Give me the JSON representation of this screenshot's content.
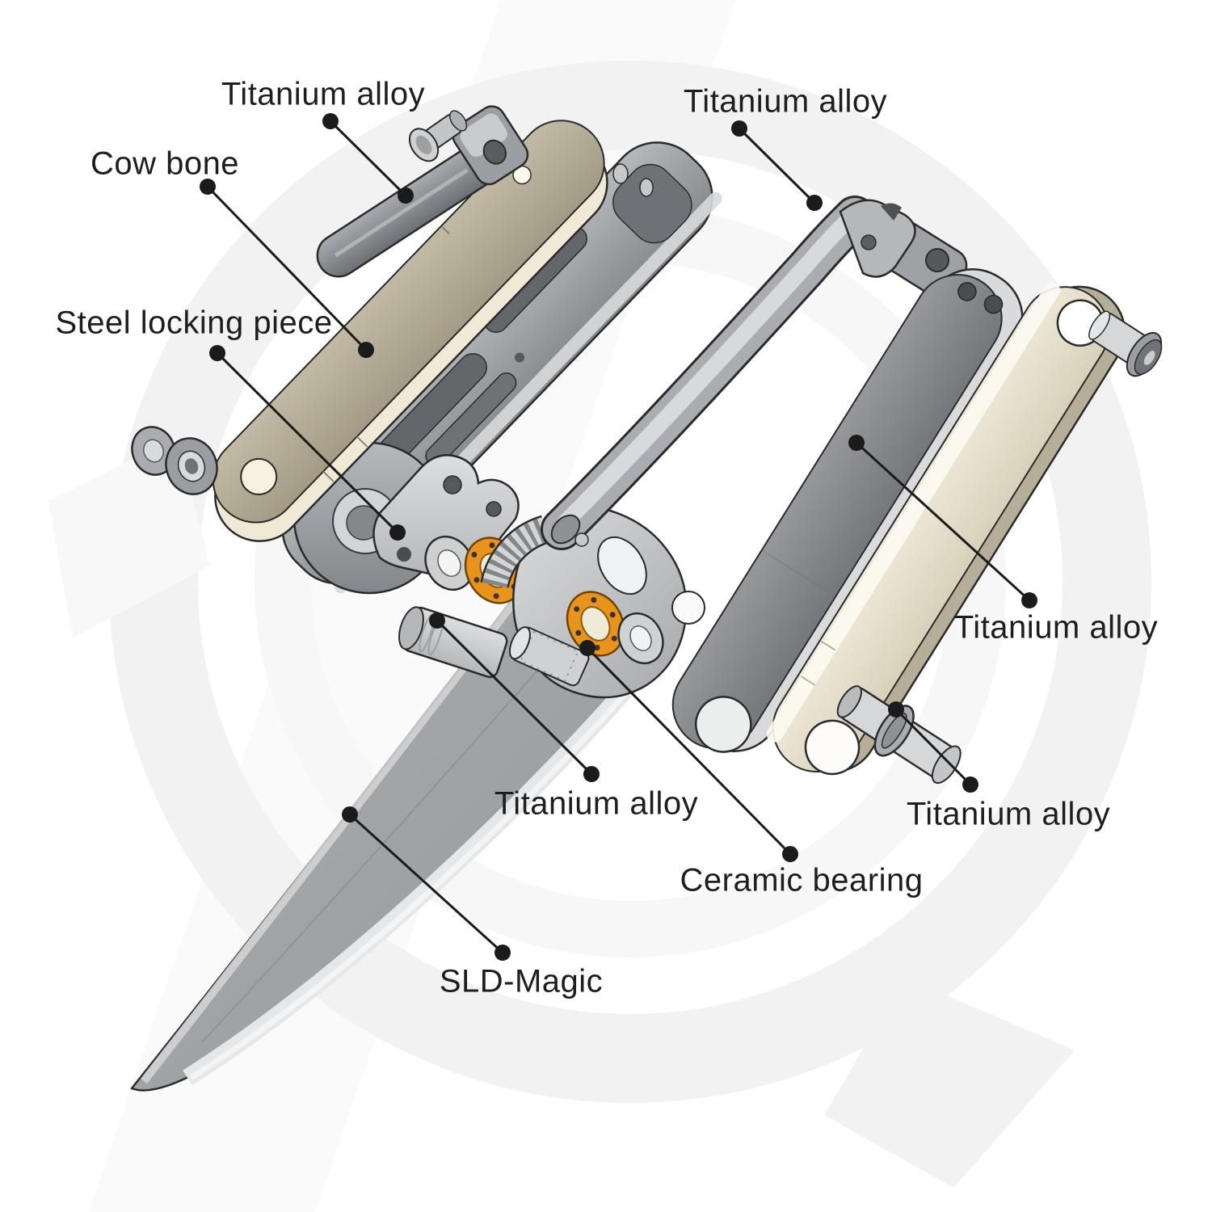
{
  "diagram": {
    "labels": {
      "clip": "Titanium alloy",
      "scale_left": "Cow bone",
      "locking_piece": "Steel locking piece",
      "back_spacer": "Titanium alloy",
      "liner_right": "Titanium alloy",
      "pivot_barrel": "Titanium alloy",
      "bearing": "Ceramic bearing",
      "blade": "SLD-Magic",
      "pivot_pin": "Titanium alloy"
    },
    "colors": {
      "bearing_accent": "#E8941C",
      "bone_tan": "#B3AB95",
      "bone_cream": "#EFE9D6",
      "metal_gray": "#9FA3A7",
      "leader_line": "#1B1B1B",
      "label_text": "#1E1E1E",
      "background": "#FFFFFF"
    }
  }
}
